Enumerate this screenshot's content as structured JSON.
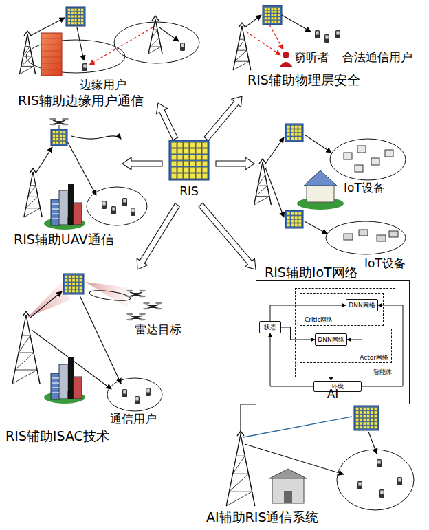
{
  "diagram": {
    "nodes": [
      {
        "text": [
          "RIS"
        ]
      },
      {
        "text": [
          "AI"
        ]
      },
      {
        "text": [
          "智能体"
        ],
        "in": 1
      },
      {
        "text": [
          "Critic网络"
        ],
        "in": 2
      },
      {
        "text": [
          "DNN网络"
        ],
        "in": 3
      },
      {
        "text": [
          "Actor网络"
        ],
        "in": 2
      },
      {
        "text": [
          "DNN网络"
        ],
        "in": 5
      },
      {
        "text": [
          "状态"
        ],
        "in": 1
      },
      {
        "text": [
          "环境"
        ],
        "in": 1
      }
    ],
    "edges": [
      {
        "from": 7,
        "to": 6,
        "arrow": "to"
      },
      {
        "from": 7,
        "to": 4,
        "arrow": "to"
      },
      {
        "from": 4,
        "to": 6,
        "arrow": "to"
      },
      {
        "from": 6,
        "to": 8,
        "arrow": "to"
      },
      {
        "from": 8,
        "to": 7,
        "arrow": "to"
      },
      {
        "from": 8,
        "to": 4,
        "arrow": "to"
      }
    ],
    "labels": [
      "边缘用户",
      "RIS辅助边缘用户通信",
      "窃听者",
      "合法通信用户",
      "RIS辅助物理层安全",
      "RIS辅助UAV通信",
      "IoT设备",
      "IoT设备",
      "RIS辅助IoT网络",
      "雷达目标",
      "通信用户",
      "RIS辅助ISAC技术",
      "AI辅助RIS通信系统"
    ]
  }
}
